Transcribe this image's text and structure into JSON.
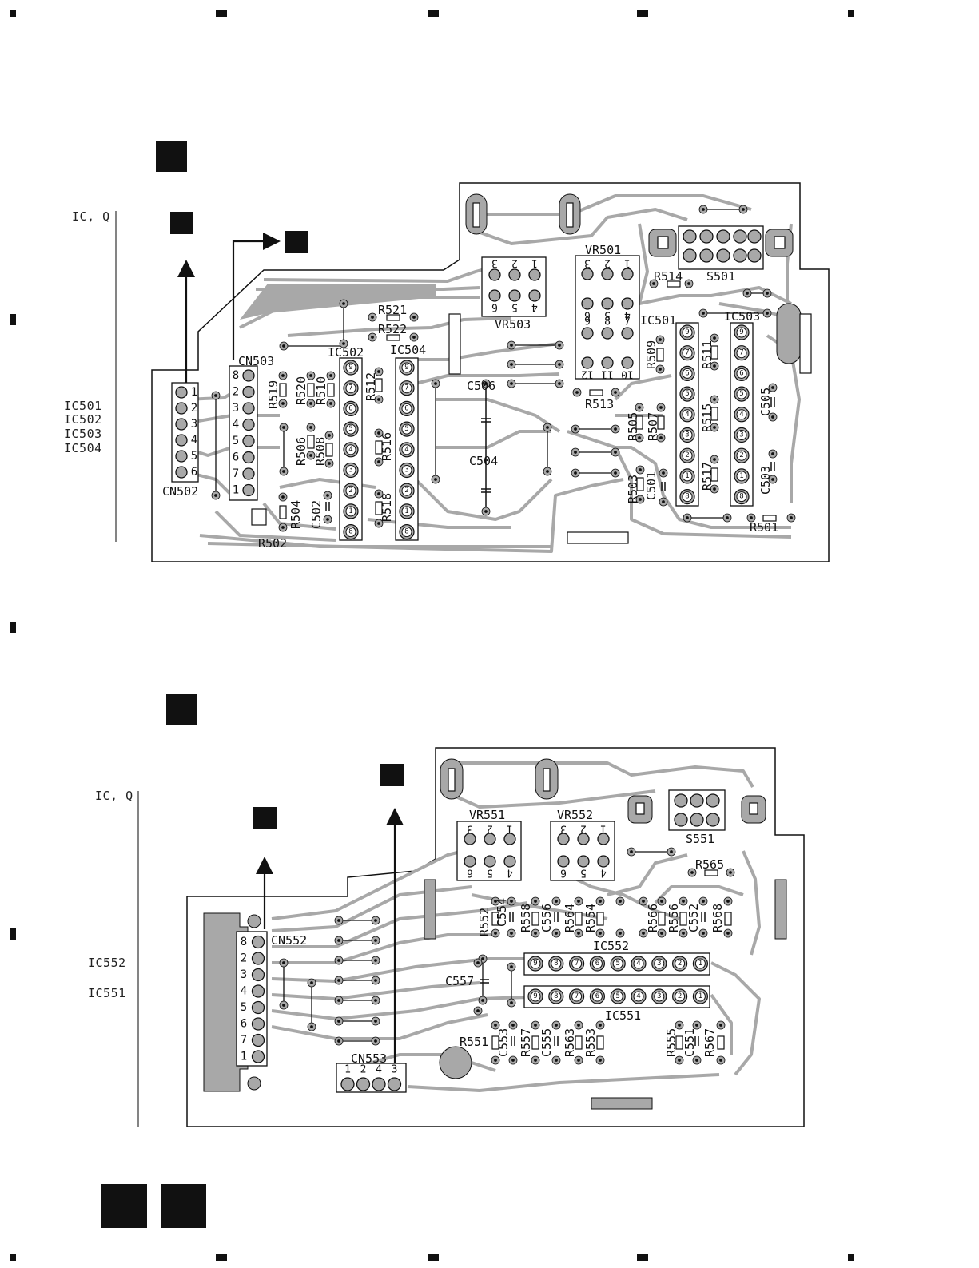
{
  "boards": [
    {
      "side_header": "IC, Q",
      "side_list": [
        "IC501",
        "IC502",
        "IC503",
        "IC504"
      ],
      "labels": {
        "CN502": "CN502",
        "CN503": "CN503",
        "IC502": "IC502",
        "IC504": "IC504",
        "VR501": "VR501",
        "VR503": "VR503",
        "IC501": "IC501",
        "IC503": "IC503",
        "S501": "S501",
        "C504": "C504",
        "C505": "C505",
        "C506": "C506",
        "R501": "R501",
        "R502": "R502",
        "R503": "R503",
        "R504": "R504",
        "R505": "R505",
        "R506": "R506",
        "R507": "R507",
        "R508": "R508",
        "R509": "R509",
        "R510": "R510",
        "R511": "R511",
        "R512": "R512",
        "R513": "R513",
        "R514": "R514",
        "R515": "R515",
        "R516": "R516",
        "R517": "R517",
        "R518": "R518",
        "R519": "R519",
        "R520": "R520",
        "R521": "R521",
        "R522": "R522",
        "C501": "C501",
        "C502": "C502",
        "C503": "C503"
      },
      "cn502_pins": [
        "1",
        "2",
        "3",
        "4",
        "5",
        "6"
      ],
      "cn503_pins": [
        "8",
        "2",
        "3",
        "4",
        "5",
        "6",
        "7",
        "1"
      ],
      "ic_pins": [
        "9",
        "7",
        "6",
        "5",
        "4",
        "3",
        "2",
        "1",
        "8"
      ],
      "vr503_top": [
        "3",
        "2",
        "1"
      ],
      "vr503_bottom": [
        "6",
        "5",
        "4"
      ],
      "vr501_rows": [
        [
          "3",
          "2",
          "1"
        ],
        [
          "6",
          "5",
          "4"
        ],
        [
          "9",
          "8",
          "7"
        ],
        [
          "12",
          "11",
          "10"
        ]
      ]
    },
    {
      "side_header": "IC, Q",
      "side_list": [
        "IC552",
        "IC551"
      ],
      "labels": {
        "CN552": "CN552",
        "CN553": "CN553",
        "VR551": "VR551",
        "VR552": "VR552",
        "S551": "S551",
        "IC552": "IC552",
        "IC551": "IC551",
        "R565": "R565",
        "C557": "C557",
        "R551": "R551",
        "R552": "R552",
        "C554": "C554",
        "R558": "R558",
        "C556": "C556",
        "R564": "R564",
        "R554": "R554",
        "R566": "R566",
        "R556": "R556",
        "C552": "C552",
        "R568": "R568",
        "C553": "C553",
        "R557": "R557",
        "C555": "C555",
        "R563": "R563",
        "R553": "R553",
        "R555": "R555",
        "C551": "C551",
        "R567": "R567"
      },
      "cn552_pins": [
        "8",
        "2",
        "3",
        "4",
        "5",
        "6",
        "7",
        "1"
      ],
      "cn553_pins": [
        "1",
        "2",
        "4",
        "3"
      ],
      "ic_pins": [
        "9",
        "8",
        "7",
        "6",
        "5",
        "4",
        "3",
        "2",
        "1"
      ],
      "vr_top": [
        "3",
        "2",
        "1"
      ],
      "vr_bottom": [
        "6",
        "5",
        "4"
      ]
    }
  ]
}
